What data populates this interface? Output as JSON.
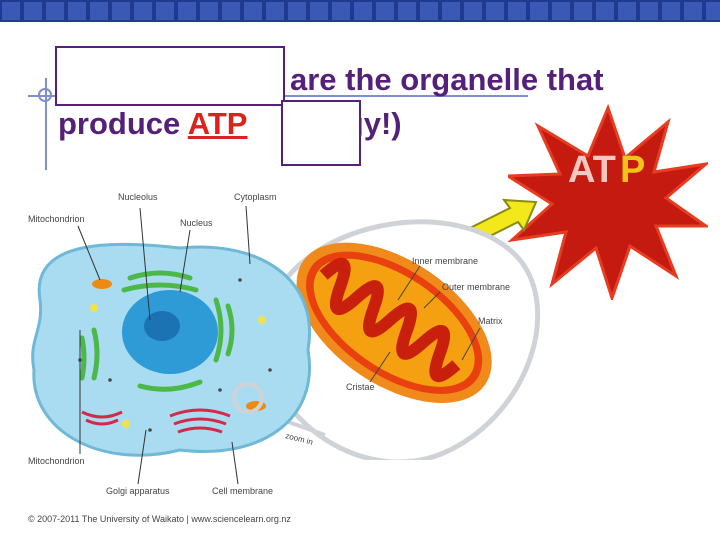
{
  "slide": {
    "title_line1": "are the organelle that",
    "title_line2_prefix": "produce ",
    "title_line2_atp": "ATP",
    "title_line2_suffix": "ergy!)"
  },
  "atp_burst": {
    "text_a": "AT",
    "text_p": "P"
  },
  "cell_labels": {
    "nucleolus": "Nucleolus",
    "cytoplasm": "Cytoplasm",
    "mitochondrion_top": "Mitochondrion",
    "nucleus": "Nucleus",
    "mitochondrion_bottom": "Mitochondrion",
    "golgi": "Golgi apparatus",
    "cell_membrane": "Cell membrane"
  },
  "mito_labels": {
    "inner_membrane": "Inner membrane",
    "outer_membrane": "Outer membrane",
    "matrix": "Matrix",
    "cristae": "Cristae",
    "zoom_in": "zoom in"
  },
  "footer": {
    "copyright": "© 2007-2011 The University of Waikato | www.sciencelearn.org.nz"
  },
  "colors": {
    "title": "#55207a",
    "atp_accent": "#d8231f",
    "banner": "#1f3a8f",
    "arrow": "#f3e81a",
    "cell": "#a9dcf0",
    "nucleus": "#2e9ad6",
    "mito": "#e64a10"
  }
}
